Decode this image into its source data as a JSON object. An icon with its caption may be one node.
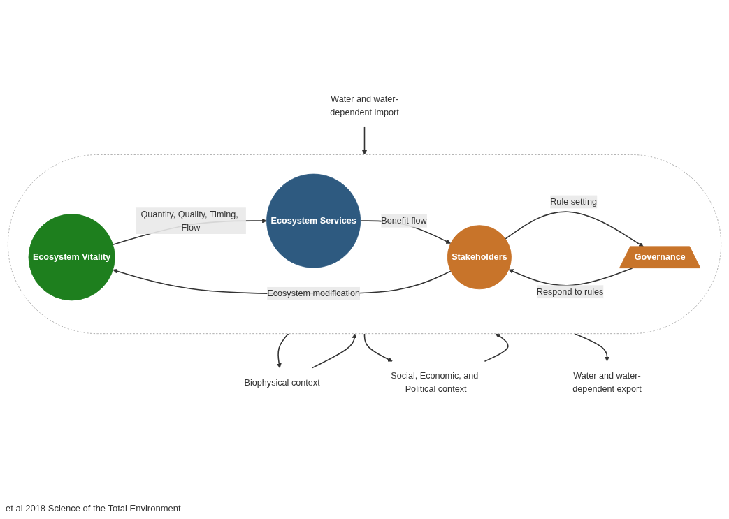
{
  "diagram": {
    "nodes": [
      {
        "text": [],
        "shape": "ellipse"
      },
      {
        "text": [
          "Water and water-dependent import"
        ]
      },
      {
        "text": [
          "Ecosystem Vitality"
        ],
        "in": 0
      },
      {
        "text": [
          "Governance"
        ],
        "in": 0
      },
      {
        "text": [
          "Stakeholders"
        ],
        "in": 0
      },
      {
        "text": [
          "Ecosystem Services"
        ],
        "in": 0
      },
      {
        "text": [
          "Biophysical context"
        ]
      },
      {
        "text": [
          "Social, Economic, and Political context"
        ]
      },
      {
        "text": [
          "Water and water-dependent export"
        ]
      }
    ],
    "edges": [
      {
        "from": 1,
        "to": 0,
        "arrow": "to"
      },
      {
        "from": 4,
        "to": 2,
        "arrow": "to",
        "label": "Ecosystem modification"
      },
      {
        "from": 4,
        "to": 3,
        "arrow": "to",
        "label": "Rule setting"
      },
      {
        "from": 2,
        "to": 5,
        "arrow": "to",
        "label": "Quantity, Quality, Timing, Flow"
      },
      {
        "from": 5,
        "to": 4,
        "arrow": "to",
        "label": "Benefit flow"
      },
      {
        "from": 3,
        "to": 4,
        "arrow": "to",
        "label": "Respond to rules"
      },
      {
        "from": 6,
        "to": 0,
        "arrow": "to"
      },
      {
        "from": 0,
        "to": 6,
        "arrow": "to"
      },
      {
        "from": 7,
        "to": 0,
        "arrow": "to"
      },
      {
        "from": 0,
        "to": 7,
        "arrow": "to"
      },
      {
        "from": 0,
        "to": 8,
        "arrow": "to"
      }
    ],
    "labels": [
      "et al 2018 Science of the Total Environment"
    ]
  }
}
